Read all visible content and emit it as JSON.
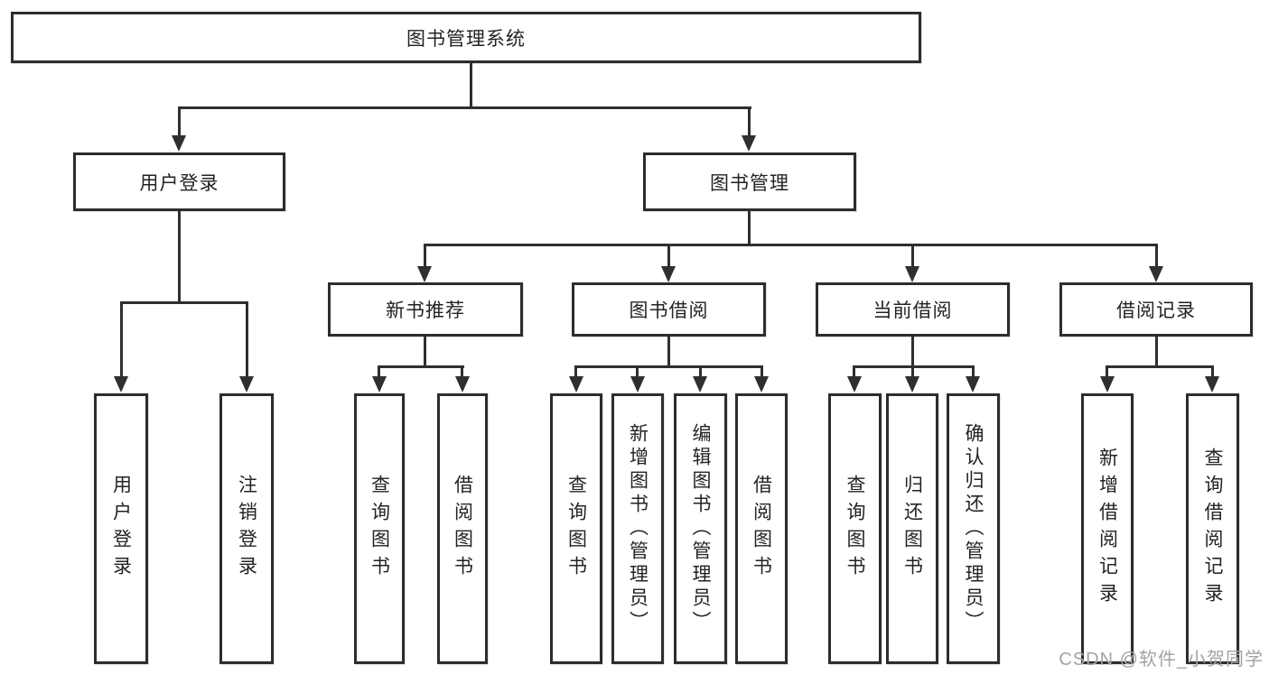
{
  "diagram": {
    "root": {
      "label": "图书管理系统"
    },
    "branches": [
      {
        "label": "用户登录",
        "children": [
          {
            "label": "用户登录"
          },
          {
            "label": "注销登录"
          }
        ]
      },
      {
        "label": "图书管理",
        "children": [
          {
            "label": "新书推荐",
            "children": [
              {
                "label": "查询图书"
              },
              {
                "label": "借阅图书"
              }
            ]
          },
          {
            "label": "图书借阅",
            "children": [
              {
                "label": "查询图书"
              },
              {
                "label": "新增图书（管理员）"
              },
              {
                "label": "编辑图书（管理员）"
              },
              {
                "label": "借阅图书"
              }
            ]
          },
          {
            "label": "当前借阅",
            "children": [
              {
                "label": "查询图书"
              },
              {
                "label": "归还图书"
              },
              {
                "label": "确认归还（管理员）"
              }
            ]
          },
          {
            "label": "借阅记录",
            "children": [
              {
                "label": "新增借阅记录"
              },
              {
                "label": "查询借阅记录"
              }
            ]
          }
        ]
      }
    ]
  },
  "watermark": {
    "text": "CSDN @软件_小贺同学"
  },
  "colors": {
    "line": "#2f2f2f",
    "box_border": "#2d2d2d",
    "text": "#232323",
    "watermark": "#a3a3a3",
    "background": "#ffffff"
  }
}
